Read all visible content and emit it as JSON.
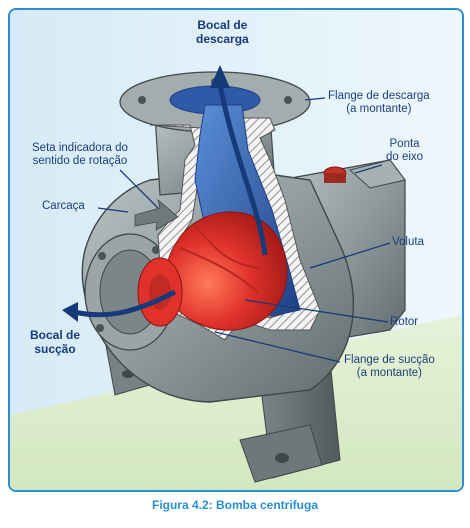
{
  "labels": {
    "discharge_nozzle": "Bocal de\ndescarga",
    "discharge_flange": "Flange de descarga\n(a montante)",
    "rotation_arrow": "Seta indicadora do\nsentido de rotação",
    "shaft_end": "Ponta\ndo eixo",
    "casing": "Carcaça",
    "volute": "Voluta",
    "suction_nozzle": "Bocal de\nsucção",
    "impeller": "Rotor",
    "suction_flange": "Flange de sucção\n(a montante)"
  },
  "caption": "Figura 4.2: Bomba centrifuga",
  "colors": {
    "frame_border": "#2a8fd0",
    "label_text": "#1d3f7a",
    "caption_text": "#2a8fd0",
    "pump_body": "#8e9a9c",
    "impeller_red": "#e0322b",
    "flow_blue": "#2f5aa8"
  }
}
